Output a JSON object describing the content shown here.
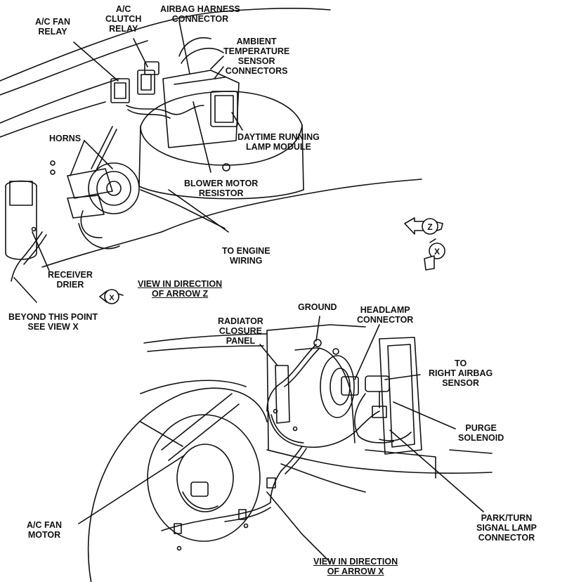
{
  "labels": {
    "ac_fan_relay": "A/C FAN\nRELAY",
    "ac_clutch_relay": "A/C\nCLUTCH\nRELAY",
    "airbag_harness_connector": "AIRBAG HARNESS\nCONNECTOR",
    "ambient_temp_sensor_connectors": "AMBIENT\nTEMPERATURE\nSENSOR\nCONNECTORS",
    "horns": "HORNS",
    "daytime_running_lamp_module": "DAYTIME RUNNING\nLAMP MODULE",
    "blower_motor_resistor": "BLOWER MOTOR\nRESISTOR",
    "to_engine_wiring": "TO ENGINE\nWIRING",
    "receiver_drier": "RECEIVER\nDRIER",
    "view_arrow_z": "VIEW IN DIRECTION\nOF ARROW Z",
    "beyond_this_point": "BEYOND THIS POINT\nSEE VIEW X",
    "ground": "GROUND",
    "headlamp_connector": "HEADLAMP\nCONNECTOR",
    "radiator_closure_panel": "RADIATOR\nCLOSURE\nPANEL",
    "to_right_airbag_sensor": "TO\nRIGHT AIRBAG\nSENSOR",
    "purge_solenoid": "PURGE\nSOLENOID",
    "ac_fan_motor": "A/C FAN\nMOTOR",
    "park_turn_signal_lamp_connector": "PARK/TURN\nSIGNAL LAMP\nCONNECTOR",
    "view_arrow_x": "VIEW IN DIRECTION\nOF ARROW X"
  },
  "arrow_markers": {
    "z": "Z",
    "x": "X"
  }
}
